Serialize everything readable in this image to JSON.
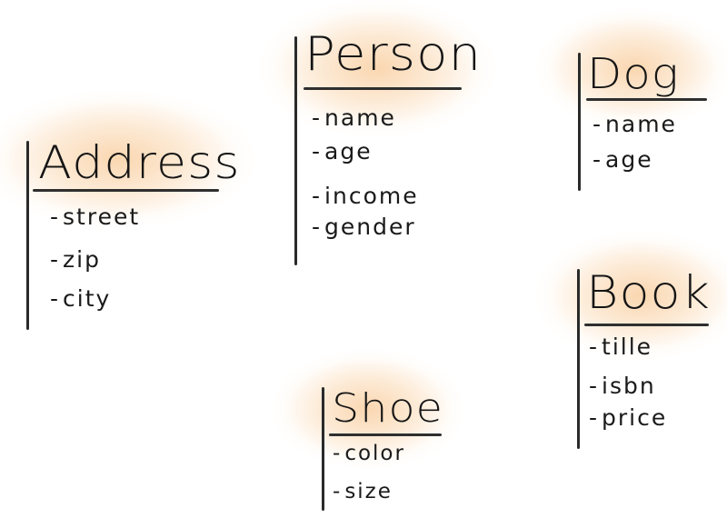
{
  "canvas": {
    "background": "#ffffff",
    "ink_color": "#1b1b1b",
    "highlight_color": "#f7be80"
  },
  "cards": {
    "person": {
      "title": "Person",
      "fields": [
        "name",
        "age",
        "income",
        "gender"
      ]
    },
    "dog": {
      "title": "Dog",
      "fields": [
        "name",
        "age"
      ]
    },
    "address": {
      "title": "Address",
      "fields": [
        "street",
        "zip",
        "city"
      ]
    },
    "book": {
      "title": "Book",
      "fields": [
        "tille",
        "isbn",
        "price"
      ]
    },
    "shoe": {
      "title": "Shoe",
      "fields": [
        "color",
        "size"
      ]
    }
  },
  "field_prefix": "-"
}
